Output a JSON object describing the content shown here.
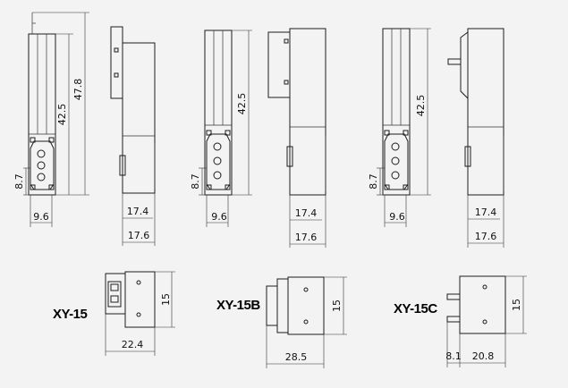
{
  "models": [
    {
      "name": "XY-15",
      "dims": {
        "height_total": "47.8",
        "height_body": "42.5",
        "port_pitch": "8.7",
        "port_width": "9.6",
        "side_inner": "17.4",
        "side_outer": "17.6",
        "top_height": "15",
        "top_length": "22.4"
      }
    },
    {
      "name": "XY-15B",
      "dims": {
        "height_body": "42.5",
        "port_pitch": "8.7",
        "port_width": "9.6",
        "side_inner": "17.4",
        "side_outer": "17.6",
        "top_height": "15",
        "top_length": "28.5"
      }
    },
    {
      "name": "XY-15C",
      "dims": {
        "height_body": "42.5",
        "port_pitch": "8.7",
        "port_width": "9.6",
        "side_inner": "17.4",
        "side_outer": "17.6",
        "top_height": "15",
        "pin_length": "8.1",
        "top_length": "20.8"
      }
    }
  ]
}
